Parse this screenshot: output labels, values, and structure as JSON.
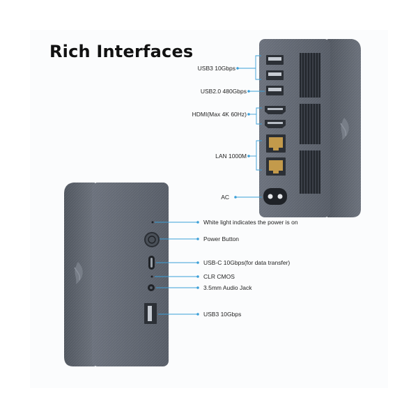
{
  "title": "Rich Interfaces",
  "back_labels": {
    "usb3": "USB3 10Gbps",
    "usb2": "USB2.0 480Gbps",
    "hdmi": "HDMI(Max 4K 60Hz)",
    "lan": "LAN 1000M",
    "ac": "AC"
  },
  "front_labels": {
    "light": "White light indicates the power is on",
    "power": "Power Button",
    "usbc": "USB-C 10Gbps(for data transfer)",
    "clr": "CLR CMOS",
    "audio": "3.5mm Audio Jack",
    "usb3": "USB3 10Gbps"
  },
  "colors": {
    "device": "#5f6570",
    "device_dark": "#454b54",
    "callout": "#3a9fd8"
  },
  "icons": [
    "power-icon",
    "usb-c-icon",
    "usb-a-icon",
    "audio-jack-icon",
    "ethernet-icon",
    "hdmi-icon",
    "ac-socket-icon"
  ]
}
